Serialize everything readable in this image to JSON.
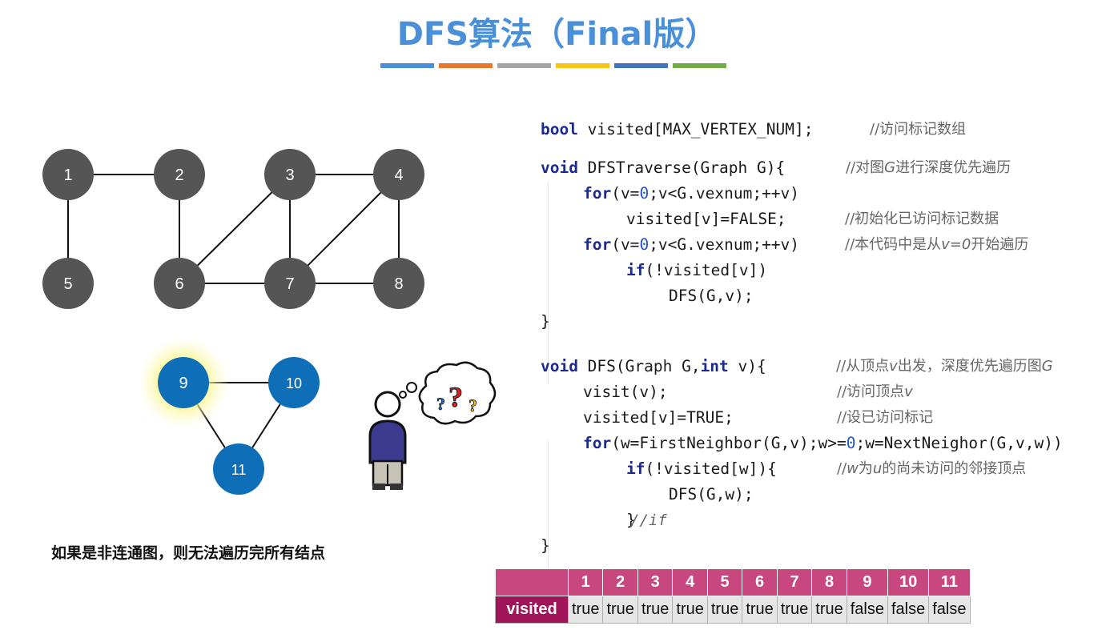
{
  "title": "DFS算法（Final版）",
  "title_bar_colors": [
    "#4a90d9",
    "#e8772e",
    "#a5a5a5",
    "#f5c518",
    "#4472c4",
    "#70ad47"
  ],
  "graph": {
    "node_color_main": "#555555",
    "node_color_component": "#0e6fb8",
    "highlight_color": "#f5f07a",
    "nodes": [
      "1",
      "2",
      "3",
      "4",
      "5",
      "6",
      "7",
      "8",
      "9",
      "10",
      "11"
    ]
  },
  "code": {
    "l1": {
      "kw": "bool",
      "rest": " visited[MAX_VERTEX_NUM];",
      "cm": "//访问标记数组"
    },
    "l2": {
      "kw": "void",
      "rest": " DFSTraverse(Graph G){",
      "cm": "//对图",
      "cm_i": "G",
      "cm2": "进行深度优先遍历"
    },
    "l3": {
      "kw": "for",
      "a": "(v=",
      "num": "0",
      "b": ";v<G.vexnum;++v)"
    },
    "l4": {
      "rest": "visited[v]=FALSE;",
      "cm": "//初始化已访问标记数据"
    },
    "l5": {
      "kw": "for",
      "a": "(v=",
      "num": "0",
      "b": ";v<G.vexnum;++v)",
      "cm": "//本代码中是从",
      "cm_i": "v=0",
      "cm2": "开始遍历"
    },
    "l6": {
      "kw": "if",
      "rest": "(!visited[v])"
    },
    "l7": {
      "rest": "DFS(G,v);"
    },
    "l8": {
      "rest": "}"
    },
    "l9": {
      "kw": "void",
      "a": " DFS(Graph G,",
      "kw2": "int",
      "b": " v){",
      "cm": "//从顶点",
      "cm_i": "v",
      "cm2": "出发，深度优先遍历图",
      "cm_i2": "G"
    },
    "l10": {
      "rest": "visit(v);",
      "cm": "//访问顶点",
      "cm_i": "v"
    },
    "l11": {
      "rest": "visited[v]=TRUE;",
      "cm": "//设已访问标记"
    },
    "l12": {
      "kw": "for",
      "a": "(w=FirstNeighbor(G,v);w>=",
      "num": "0",
      "b": ";w=NextNeighor(G,v,w))"
    },
    "l13": {
      "kw": "if",
      "rest": "(!visited[w]){",
      "cm": "//",
      "cm_i": "w",
      "cm2": "为",
      "cm_i2": "u",
      "cm3": "的尚未访问的邻接顶点"
    },
    "l14": {
      "rest": "DFS(G,w);"
    },
    "l15": {
      "rest": "}",
      "cm": "//if"
    },
    "l16": {
      "rest": "}"
    }
  },
  "note": "如果是非连通图，则无法遍历完所有结点",
  "table": {
    "row_label": "visited",
    "headers": [
      "1",
      "2",
      "3",
      "4",
      "5",
      "6",
      "7",
      "8",
      "9",
      "10",
      "11"
    ],
    "values": [
      "true",
      "true",
      "true",
      "true",
      "true",
      "true",
      "true",
      "true",
      "false",
      "false",
      "false"
    ]
  }
}
